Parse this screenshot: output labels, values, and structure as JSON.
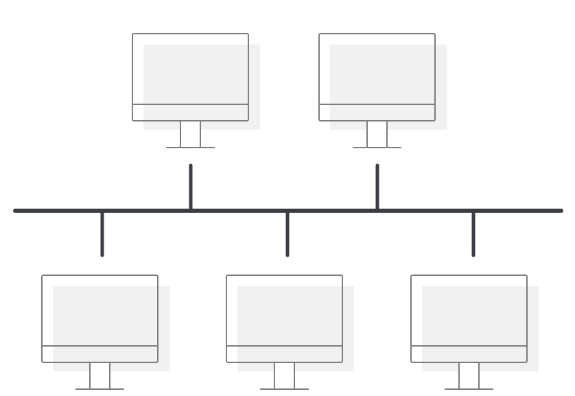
{
  "diagram": {
    "topology": "bus",
    "bus_color": "#3a3d42",
    "monitor_stroke_color": "#7d7d7d",
    "monitor_fill_color": "#ffffff",
    "monitor_shadow_color": "#f0f1f0",
    "monitor_count": 5,
    "nodes": [
      {
        "id": "top-left-computer",
        "row": "top",
        "icon": "computer-monitor-icon"
      },
      {
        "id": "top-right-computer",
        "row": "top",
        "icon": "computer-monitor-icon"
      },
      {
        "id": "bottom-left-computer",
        "row": "bottom",
        "icon": "computer-monitor-icon"
      },
      {
        "id": "bottom-center-computer",
        "row": "bottom",
        "icon": "computer-monitor-icon"
      },
      {
        "id": "bottom-right-computer",
        "row": "bottom",
        "icon": "computer-monitor-icon"
      }
    ]
  }
}
